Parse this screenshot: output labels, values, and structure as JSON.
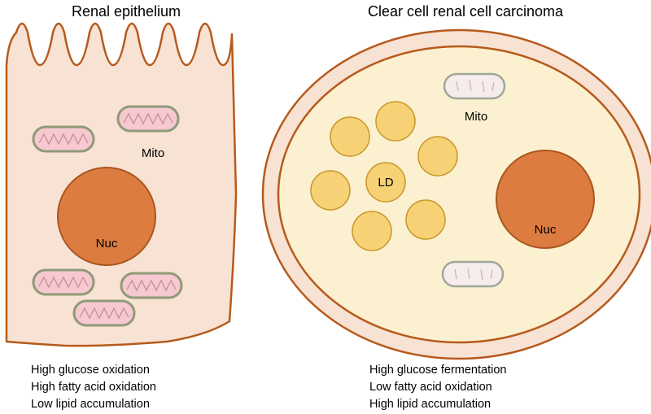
{
  "left_panel": {
    "title": "Renal epithelium",
    "mito_label": "Mito",
    "nucleus_label": "Nuc",
    "notes": [
      "High glucose oxidation",
      "High fatty acid oxidation",
      "Low lipid accumulation"
    ]
  },
  "right_panel": {
    "title": "Clear cell renal cell carcinoma",
    "mito_label": "Mito",
    "lipid_droplet_label": "LD",
    "nucleus_label": "Nuc",
    "notes": [
      "High glucose fermentation",
      "Low fatty acid oxidation",
      "High lipid accumulation"
    ]
  },
  "colors": {
    "cell_membrane": "#b65a1c",
    "epithelial_cytoplasm": "#f8e2d3",
    "carcinoma_outer": "#f8e2d3",
    "carcinoma_cytoplasm": "#fbf0cf",
    "nucleus": "#dd7c41",
    "lipid_droplet": "#f7d175",
    "lipid_droplet_edge": "#c8962a",
    "mito_pink": "#f6c8d0",
    "mito_pale": "#f6ecec",
    "mito_edge": "#8f9a78"
  }
}
